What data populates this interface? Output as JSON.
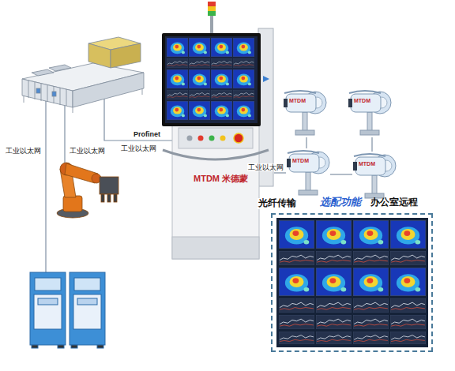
{
  "diagram": {
    "nodes": [
      {
        "text": [
          "MTDM 米德蒙"
        ]
      },
      {
        "text": [
          "MTDM"
        ]
      },
      {
        "text": [
          "MTDM"
        ]
      },
      {
        "text": [
          "MTDM"
        ]
      },
      {
        "text": [
          "MTDM"
        ]
      },
      {
        "text": [
          "选配功能",
          "办公室远程"
        ]
      }
    ],
    "edges": [
      {
        "from": 0,
        "to": 3,
        "label": "工业以太网",
        "arrow": "none"
      },
      {
        "from": 1,
        "to": 3,
        "arrow": "none"
      },
      {
        "from": 2,
        "to": 4,
        "arrow": "none"
      },
      {
        "from": 3,
        "to": 4,
        "arrow": "none"
      }
    ],
    "labels": [
      "工业以太网",
      "工业以太网",
      "工业以太网",
      "Profinet",
      "光纤传输"
    ]
  }
}
